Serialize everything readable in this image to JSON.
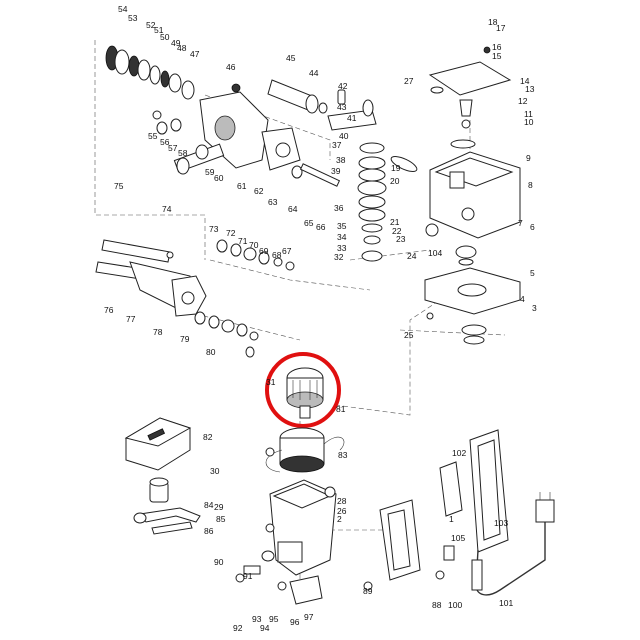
{
  "diagram": {
    "highlight_color": "#e01010",
    "highlighted_part": "31",
    "part_numbers": [
      "54",
      "53",
      "52",
      "51",
      "50",
      "49",
      "48",
      "47",
      "46",
      "45",
      "44",
      "42",
      "43",
      "41",
      "40",
      "37",
      "38",
      "39",
      "36",
      "35",
      "34",
      "33",
      "32",
      "18",
      "17",
      "16",
      "15",
      "27",
      "14",
      "13",
      "12",
      "11",
      "10",
      "19",
      "20",
      "9",
      "8",
      "21",
      "22",
      "23",
      "24",
      "7",
      "6",
      "104",
      "5",
      "4",
      "3",
      "25",
      "55",
      "56",
      "57",
      "58",
      "59",
      "60",
      "61",
      "62",
      "63",
      "64",
      "65",
      "66",
      "75",
      "74",
      "73",
      "72",
      "71",
      "70",
      "69",
      "68",
      "67",
      "76",
      "77",
      "78",
      "79",
      "80",
      "31",
      "81",
      "82",
      "30",
      "83",
      "84",
      "85",
      "86",
      "29",
      "28",
      "26",
      "2",
      "1",
      "105",
      "103",
      "102",
      "101",
      "100",
      "88",
      "89",
      "90",
      "91",
      "92",
      "93",
      "94",
      "95",
      "96",
      "97"
    ]
  }
}
